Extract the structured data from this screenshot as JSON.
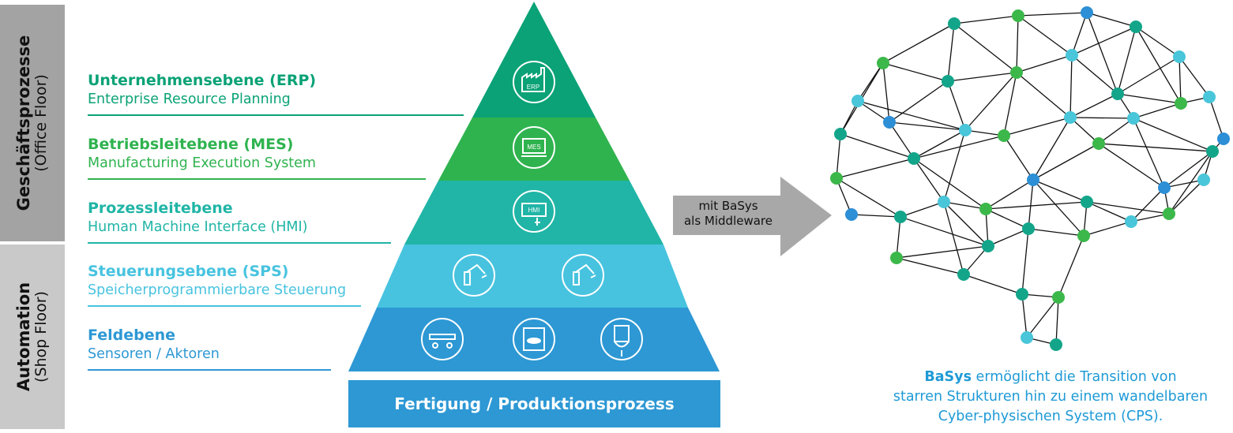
{
  "sidebar": {
    "top": {
      "title": "Geschäftsprozesse",
      "subtitle": "(Office Floor)"
    },
    "bottom": {
      "title": "Automation",
      "subtitle": "(Shop Floor)"
    }
  },
  "levels": [
    {
      "name": "Unternehmensebene (ERP)",
      "desc": "Enterprise Resource Planning",
      "color": "#0aa276",
      "icon": "factory-erp-icon",
      "icon_label": "ERP"
    },
    {
      "name": "Betriebsleitebene (MES)",
      "desc": "Manufacturing Execution System",
      "color": "#2fb34f",
      "icon": "monitor-mes-icon",
      "icon_label": "MES"
    },
    {
      "name": "Prozessleitebene",
      "desc": "Human Machine Interface (HMI)",
      "color": "#20b5a6",
      "icon": "touchscreen-hmi-icon",
      "icon_label": "HMI"
    },
    {
      "name": "Steuerungsebene (SPS)",
      "desc": "Speicherprogrammierbare Steuerung",
      "color": "#47c3df",
      "icon": "robot-arm-icon"
    },
    {
      "name": "Feldebene",
      "desc": "Sensoren / Aktoren",
      "color": "#2d98d4",
      "icon": "sensor-actuator-icon"
    }
  ],
  "base": {
    "label": "Fertigung / Produktionsprozess",
    "color": "#2d98d4"
  },
  "arrow": {
    "line1": "mit BaSys",
    "line2": "als Middleware",
    "color": "#a8a8a8"
  },
  "caption": {
    "brand": "BaSys",
    "line1_rest": " ermöglicht die Transition von",
    "line2": "starren Strukturen hin zu einem wandelbaren",
    "line3": "Cyber-physischen System (CPS)."
  },
  "network_colors": {
    "green": "#3cb84a",
    "teal": "#13a58a",
    "cyan": "#49c6d9",
    "blue": "#2d8fd6"
  }
}
